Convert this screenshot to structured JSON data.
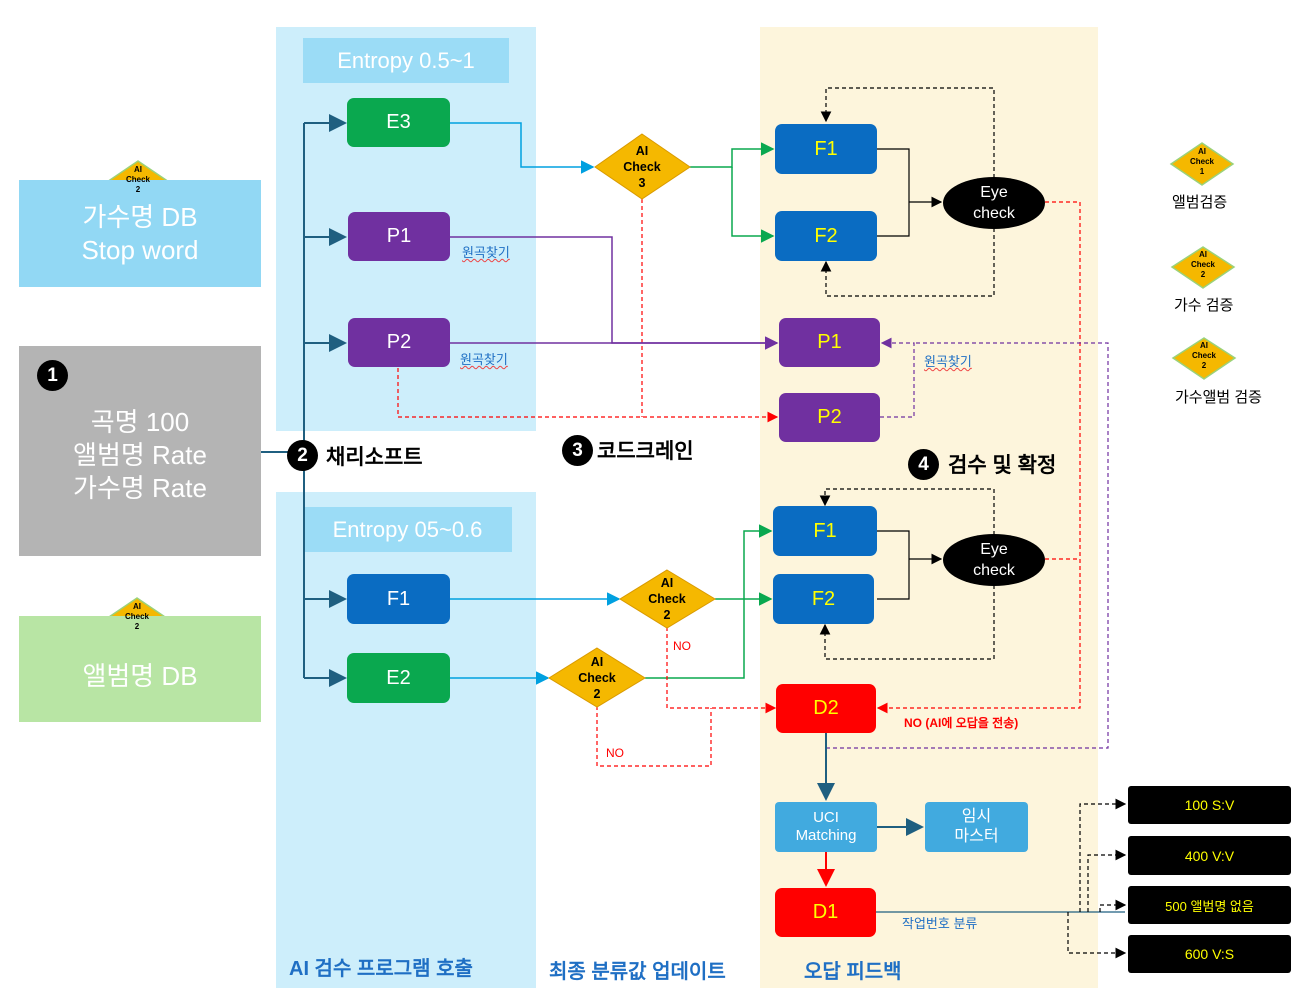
{
  "left": {
    "singer_db": [
      "가수명 DB",
      "Stop word"
    ],
    "input": [
      "곡명 100",
      "앨범명 Rate",
      "가수명 Rate"
    ],
    "album_db": "앨범명 DB",
    "input_number": "1",
    "ai_badge": [
      "AI",
      "Check",
      "2"
    ]
  },
  "entropy": {
    "top": "Entropy 0.5~1",
    "bottom": "Entropy 05~0.6"
  },
  "stages": [
    {
      "num": "2",
      "label": "채리소프트"
    },
    {
      "num": "3",
      "label": "코드크레인"
    },
    {
      "num": "4",
      "label": "검수 및 확정"
    }
  ],
  "bottom_labels": [
    "AI 검수 프로그램 호출",
    "최종 분류값 업데이트",
    "오답 피드백"
  ],
  "nodes": {
    "e3": "E3",
    "p1": "P1",
    "p2": "P2",
    "f1": "F1",
    "e2": "E2",
    "f1a": "F1",
    "f2a": "F2",
    "p1r": "P1",
    "p2r": "P2",
    "f1b": "F1",
    "f2b": "F2",
    "d2": "D2",
    "d1": "D1",
    "uci": [
      "UCI",
      "Matching"
    ],
    "temp": [
      "임시",
      "마스터"
    ]
  },
  "eye_check": [
    "Eye",
    "check"
  ],
  "diamonds": {
    "check3": [
      "AI",
      "Check",
      "3"
    ],
    "check2a": [
      "AI",
      "Check",
      "2"
    ],
    "check2b": [
      "AI",
      "Check",
      "2"
    ]
  },
  "labels": {
    "original_song": "원곡찾기",
    "no": "NO",
    "no_feedback": "NO (AI에 오답을 전송)",
    "job_class": "작업번호 분류"
  },
  "outputs": [
    "100 S:V",
    "400 V:V",
    "500 앨범명 없음",
    "600 V:S"
  ],
  "legend": [
    {
      "badge": [
        "AI",
        "Check",
        "1"
      ],
      "label": "앨범검증"
    },
    {
      "badge": [
        "AI",
        "Check",
        "2"
      ],
      "label": "가수 검증"
    },
    {
      "badge": [
        "AI",
        "Check",
        "2"
      ],
      "label": "가수앨범 검증"
    }
  ],
  "colors": {
    "green": "#0aa84f",
    "purple": "#7030a0",
    "blue": "#0a6cc2",
    "red": "#ff0000",
    "panel_blue": "#cdeefb",
    "panel_yellow": "#fdf5dc",
    "diamond": "#f5b800"
  }
}
